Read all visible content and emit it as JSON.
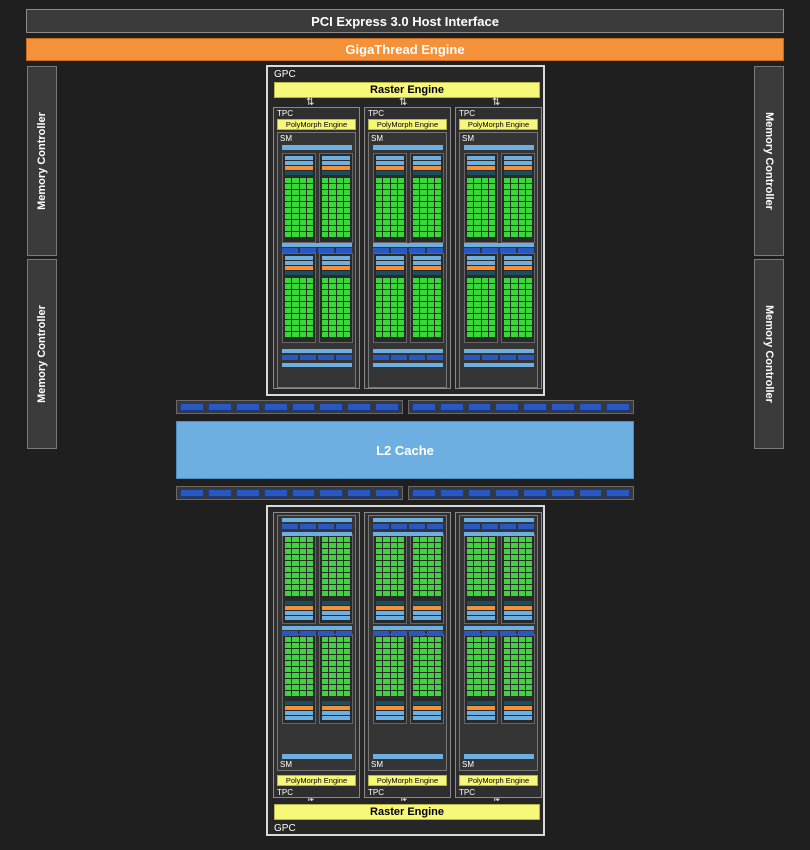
{
  "pcie": "PCI Express 3.0 Host Interface",
  "gigathread": "GigaThread Engine",
  "memory_controllers": [
    "Memory Controller",
    "Memory Controller",
    "Memory Controller",
    "Memory Controller"
  ],
  "l2_cache": "L2 Cache",
  "gpcs": [
    {
      "label": "GPC",
      "raster": "Raster Engine",
      "tpcs": [
        {
          "label": "TPC",
          "poly": "PolyMorph Engine",
          "sm": "SM"
        },
        {
          "label": "TPC",
          "poly": "PolyMorph Engine",
          "sm": "SM"
        },
        {
          "label": "TPC",
          "poly": "PolyMorph Engine",
          "sm": "SM"
        }
      ]
    },
    {
      "label": "GPC",
      "raster": "Raster Engine",
      "tpcs": [
        {
          "label": "TPC",
          "poly": "PolyMorph Engine",
          "sm": "SM"
        },
        {
          "label": "TPC",
          "poly": "PolyMorph Engine",
          "sm": "SM"
        },
        {
          "label": "TPC",
          "poly": "PolyMorph Engine",
          "sm": "SM"
        }
      ]
    }
  ],
  "colors": {
    "background": "#1f1f1f",
    "gigathread": "#f59138",
    "l2": "#6dafe0",
    "raster": "#f7f77a",
    "core": "#3cd63c",
    "register": "#2a58c2",
    "orange": "#f59138"
  }
}
